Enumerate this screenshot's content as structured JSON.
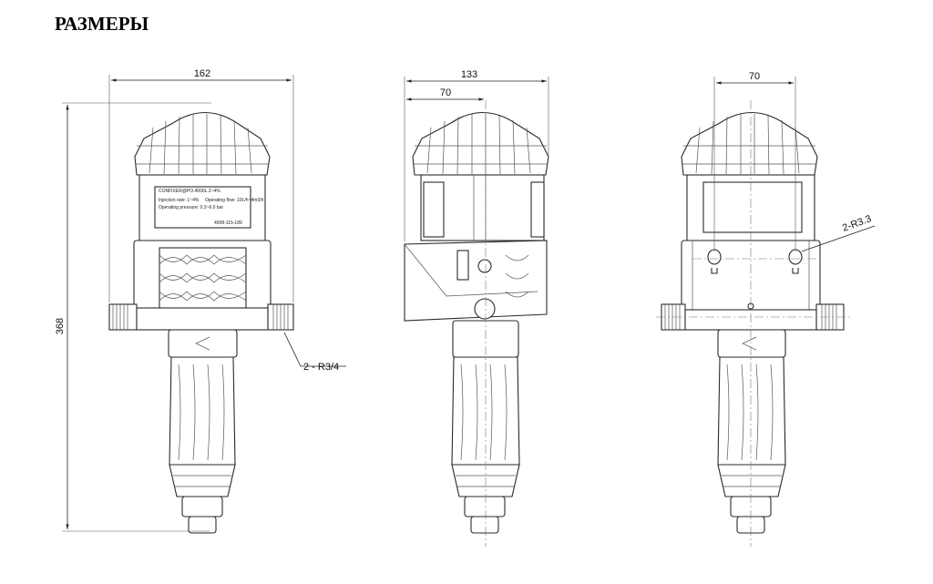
{
  "title": "РАЗМЕРЫ",
  "dimensions": {
    "front_width": "162",
    "height": "368",
    "side_width": "133",
    "side_offset": "70",
    "back_width": "70",
    "thread": "2 - R3/4",
    "mount_holes": "2-R3.3"
  },
  "label_text": {
    "brand_line": "CONFIXER@PO.4000L.2~4%",
    "operating_pressure": "Operating pressure: 0.3~6.0 bar",
    "operating_flow": "Operating flow: 10L/h~4m3/h",
    "injection": "Injection rate: 1~4%",
    "phone": "4008-115-189"
  }
}
